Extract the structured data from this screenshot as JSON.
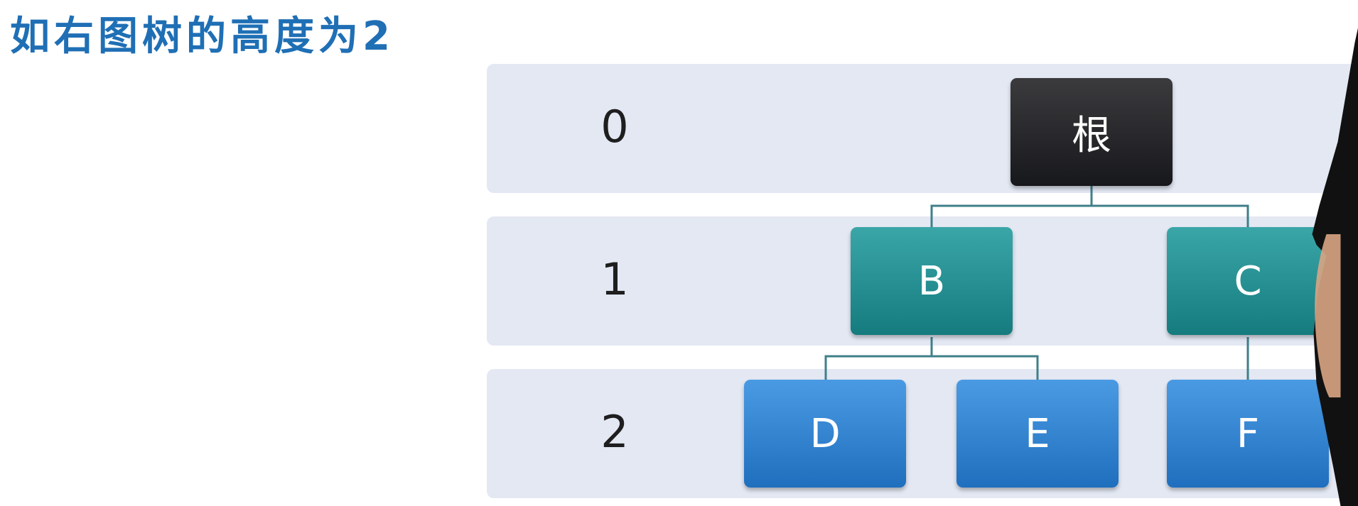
{
  "slide": {
    "title": "如右图树的高度为2"
  },
  "tree": {
    "levels": [
      "0",
      "1",
      "2"
    ],
    "nodes": {
      "root": "根",
      "b": "B",
      "c": "C",
      "d": "D",
      "e": "E",
      "f": "F"
    },
    "edges": [
      [
        "根",
        "B"
      ],
      [
        "根",
        "C"
      ],
      [
        "B",
        "D"
      ],
      [
        "B",
        "E"
      ],
      [
        "C",
        "F"
      ]
    ],
    "colors": {
      "root": "#1f2023",
      "level1": "#1f8d90",
      "level2": "#2b7fd0",
      "band": "#e3e8f3",
      "title": "#1f6fb5",
      "connector": "#3f7f88"
    }
  }
}
